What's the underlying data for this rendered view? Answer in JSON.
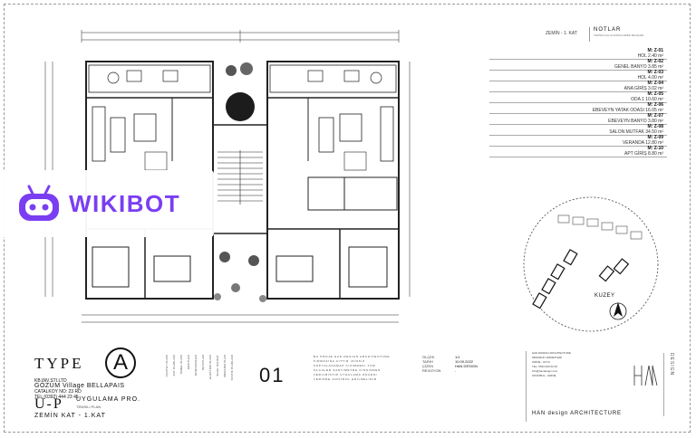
{
  "notes": {
    "floor_label": "ZEMİN - 1. KAT",
    "title": "NOTLAR",
    "subtitle": "TEKNIK ILGI ALANINA GIREN BILGILER"
  },
  "rooms": [
    {
      "code": "M: Z-01",
      "desc": "HOL 2.40 m²"
    },
    {
      "code": "M: Z-02",
      "desc": "GENEL BANYO 3.85 m²"
    },
    {
      "code": "M: Z-03",
      "desc": "HOL 4.00 m²"
    },
    {
      "code": "M: Z-04",
      "desc": "ANA GİRİŞ 3.02 m²"
    },
    {
      "code": "M: Z-05",
      "desc": "ODA 1 10.60 m²"
    },
    {
      "code": "M: Z-06",
      "desc": "EBEVEYN YATAK ODASI 16.05 m²"
    },
    {
      "code": "M: Z-07",
      "desc": "EBEVEYN BANYO 3.80 m²"
    },
    {
      "code": "M: Z-08",
      "desc": "SALON MUTFAK 34.50 m²"
    },
    {
      "code": "M: Z-09",
      "desc": "VERANDA 12.80 m²"
    },
    {
      "code": "M: Z-10",
      "desc": "APT GİRİŞ 8.80 m²"
    }
  ],
  "site": {
    "north_label": "KUZEY"
  },
  "title_block": {
    "type_word": "TYPE",
    "type_letter": "A",
    "client_line1": "KB INV.STI.LTD",
    "client_line2": "GÖZÜM Village BELLAPAIS",
    "client_line3": "CATALKOY NO: 23 RD",
    "client_line4": "TEL:(0392) 444 23 45",
    "project_code": "U-P",
    "project_title": "UYGULAMA PRO.",
    "project_sub": "TEMSILI PLAN",
    "floor_title": "ZEMİN KAT - 1.KAT",
    "sheet_number": "01",
    "legend_items": [
      "VAZIYET PLANI",
      "KAT PLANLARI",
      "TEMEL PLANI",
      "KESITLER",
      "GORUNUSLER",
      "DETAYLAR",
      "ELEKTRIK PLANI",
      "SIHHI TESISAT",
      "MEKANIK PLAN",
      "STATIK PLANLARI"
    ],
    "notes_paragraph": "BU PROJE HAN DESIGN ARCHITECTURE FIRMASINA AITTIR IZINSIZ KOPYALANAMAZ CIZIMDEKI TUM OLCULER SANTIMETRE CINSINDEN VERILMISTIR UYGULAMA ONCESI YERINDE KONTROL EDILMELIDIR",
    "meta": [
      {
        "k": "ÖLÇEK",
        "v": "1/1"
      },
      {
        "k": "TARİH",
        "v": "10.09.2022"
      },
      {
        "k": "ÇİZEN",
        "v": "HAN DESIGN"
      },
      {
        "k": "REVİZYON",
        "v": "-"
      }
    ],
    "firm_lines": [
      "HAN DESIGN ARCHITECTURE",
      "MIMARLIK HIZMETLERI",
      "GIRNE - KKTC",
      "TEL: 0533 000 00 00",
      "info@handesign.com",
      "ISTANBUL - GIRNE"
    ],
    "firm_name": "HAN design ARCHITECTURE",
    "logo_text": "HAN",
    "logo_vertical": "DESIGN"
  },
  "watermark": {
    "text": "WIKIBOT",
    "color": "#7a3ef2"
  }
}
